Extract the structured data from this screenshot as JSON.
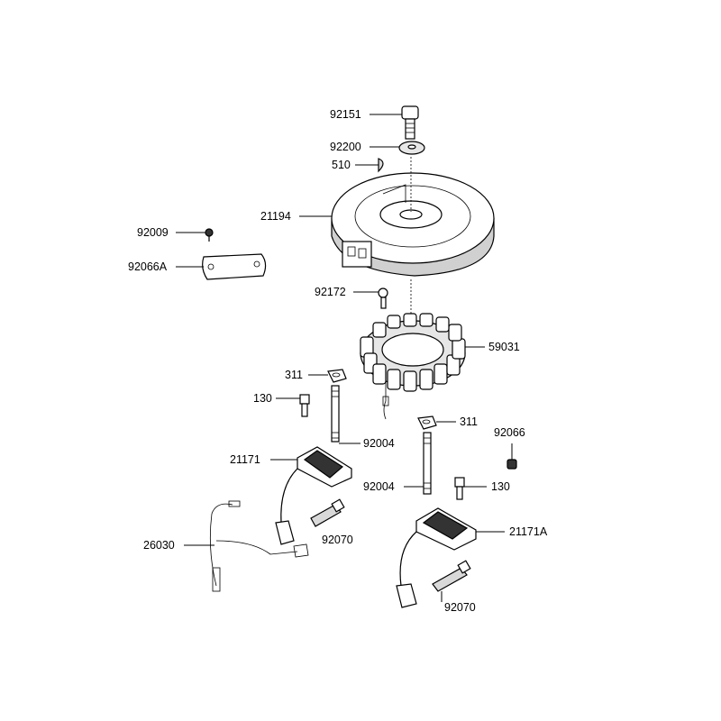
{
  "diagram": {
    "labels": {
      "p92151": "92151",
      "p92200": "92200",
      "p510": "510",
      "p21194": "21194",
      "p92009": "92009",
      "p92066A": "92066A",
      "p92172": "92172",
      "p59031": "59031",
      "p311_left": "311",
      "p130_left": "130",
      "p92004_left": "92004",
      "p21171": "21171",
      "p26030": "26030",
      "p92070_left": "92070",
      "p311_right": "311",
      "p92066": "92066",
      "p92004_right": "92004",
      "p130_right": "130",
      "p21171A": "21171A",
      "p92070_right": "92070"
    },
    "colors": {
      "line": "#000000",
      "fill_light": "#ffffff",
      "fill_mid": "#d9d9d9",
      "fill_dark": "#333333"
    }
  }
}
